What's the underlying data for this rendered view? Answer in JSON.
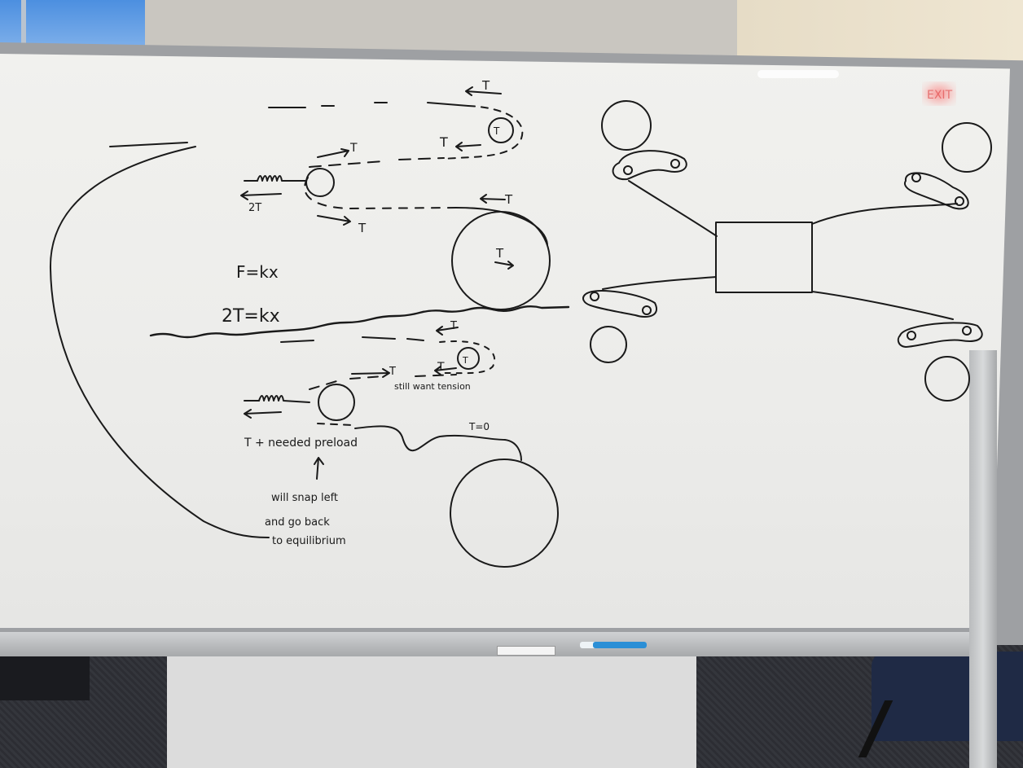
{
  "board": {
    "texts": {
      "t_top_arrow": "T",
      "t_top_ball": "T",
      "t_upper_right": "T",
      "t_spring_out": "2T",
      "t_lower_right": "T",
      "t_mid_arrow": "T",
      "t_big_circle": "T",
      "f_eq": "F=kx",
      "two_t_eq": "2T=kx",
      "t_lower_top": "T",
      "t_lower_mid": "T",
      "t_lower_ball": "T",
      "still_tension": "still want tension",
      "preload": "T + needed preload",
      "t_zero": "T=0",
      "snap_1": "will snap left",
      "snap_2": "and go back",
      "snap_3": "to equilibrium",
      "exit_sign": "EXIT"
    },
    "colors": {
      "ink": "#1a1a1a",
      "board": "#efefec",
      "frame": "#9ea0a3"
    }
  }
}
